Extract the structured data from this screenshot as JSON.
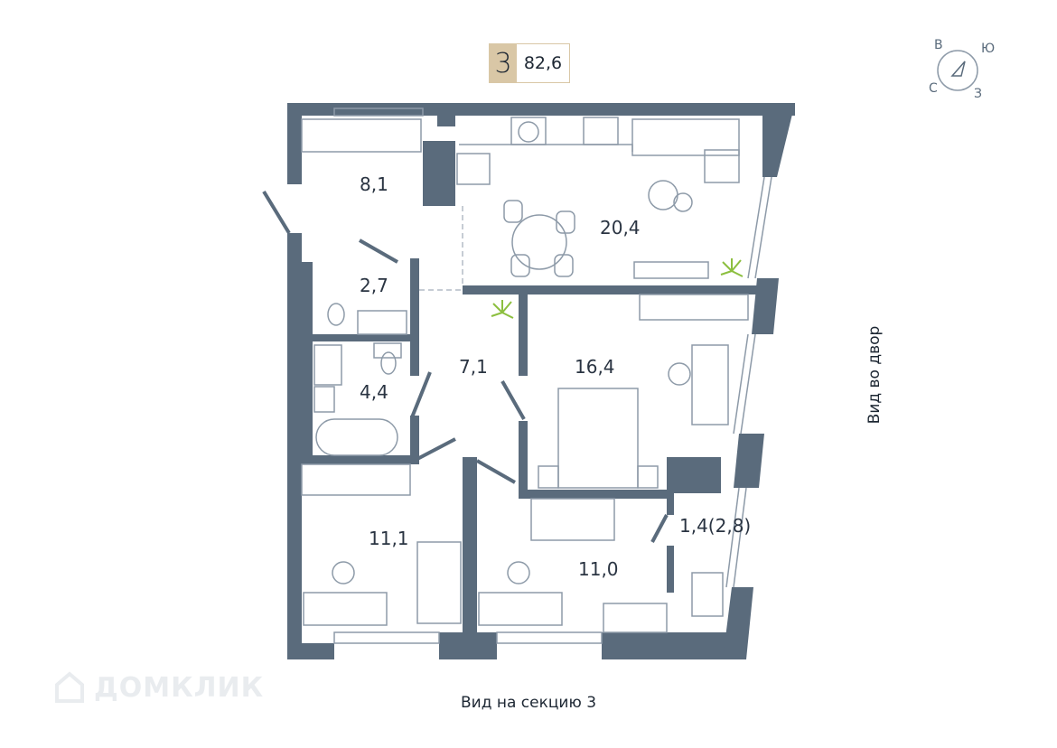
{
  "badge": {
    "rooms": "3",
    "area": "82,6"
  },
  "rooms": [
    {
      "id": "hall-top",
      "area": "8,1"
    },
    {
      "id": "kitchen-living",
      "area": "20,4"
    },
    {
      "id": "wc",
      "area": "2,7"
    },
    {
      "id": "bathroom",
      "area": "4,4"
    },
    {
      "id": "corridor",
      "area": "7,1"
    },
    {
      "id": "bedroom",
      "area": "16,4"
    },
    {
      "id": "room-left",
      "area": "11,1"
    },
    {
      "id": "room-middle",
      "area": "11,0"
    },
    {
      "id": "balcony",
      "area": "1,4(2,8)"
    }
  ],
  "views": {
    "bottom": "Вид на секцию 3",
    "right": "Вид во двор"
  },
  "compass": {
    "n": "В",
    "e": "Ю",
    "s": "З",
    "w": "С"
  },
  "watermark": {
    "text": "ДОМКЛИК"
  },
  "colors": {
    "wall": "#5a6b7c",
    "accent": "#d9c7a6",
    "line": "#8d9aa8"
  }
}
